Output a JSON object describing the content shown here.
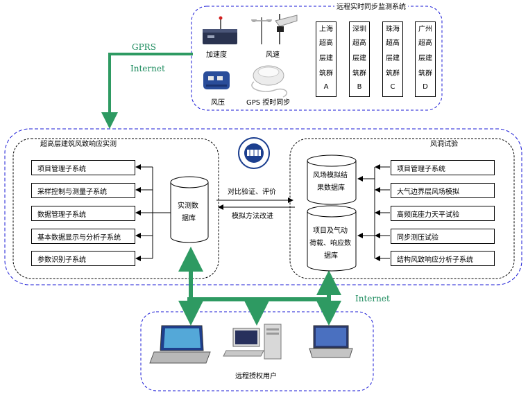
{
  "remote_monitoring": {
    "title": "远程实时同步监测系统",
    "sensors": {
      "accel": "加速度",
      "wind_speed": "风速",
      "wind_pressure": "风压",
      "gps": "GPS 授时同步"
    },
    "buildings": [
      {
        "city": [
          "上",
          "海"
        ],
        "lines": [
          "超高",
          "层建",
          "筑群"
        ],
        "code": "A"
      },
      {
        "city": [
          "深",
          "圳"
        ],
        "lines": [
          "超高",
          "层建",
          "筑群"
        ],
        "code": "B"
      },
      {
        "city": [
          "珠",
          "海"
        ],
        "lines": [
          "超高",
          "层建",
          "筑群"
        ],
        "code": "C"
      },
      {
        "city": [
          "广",
          "州"
        ],
        "lines": [
          "超高",
          "层建",
          "筑群"
        ],
        "code": "D"
      }
    ]
  },
  "links": {
    "gprs": "GPRS",
    "internet_top": "Internet",
    "internet_bottom": "Internet"
  },
  "field_measurement": {
    "title": "超高层建筑风致响应实测",
    "subsystems": [
      "项目管理子系统",
      "采样控制与测量子系统",
      "数据管理子系统",
      "基本数据显示与分析子系统",
      "参数识别子系统"
    ],
    "database": [
      "实测数",
      "据库"
    ]
  },
  "compare": {
    "top": "对比验证、评价",
    "bottom": "模拟方法改进"
  },
  "wind_tunnel": {
    "title": "风洞试验",
    "subsystems": [
      "项目管理子系统",
      "大气边界层风场模拟",
      "高频底座力天平试验",
      "同步测压试验",
      "结构风致响应分析子系统"
    ],
    "db_top": [
      "风场模拟结",
      "果数据库"
    ],
    "db_bottom": [
      "项目及气动",
      "荷载、响应数",
      "据库"
    ]
  },
  "users": {
    "title": "远程授权用户"
  },
  "colors": {
    "dash_blue": "#1a1ad6",
    "link_green": "#2e9a62",
    "label_green": "#1a8a5c"
  }
}
